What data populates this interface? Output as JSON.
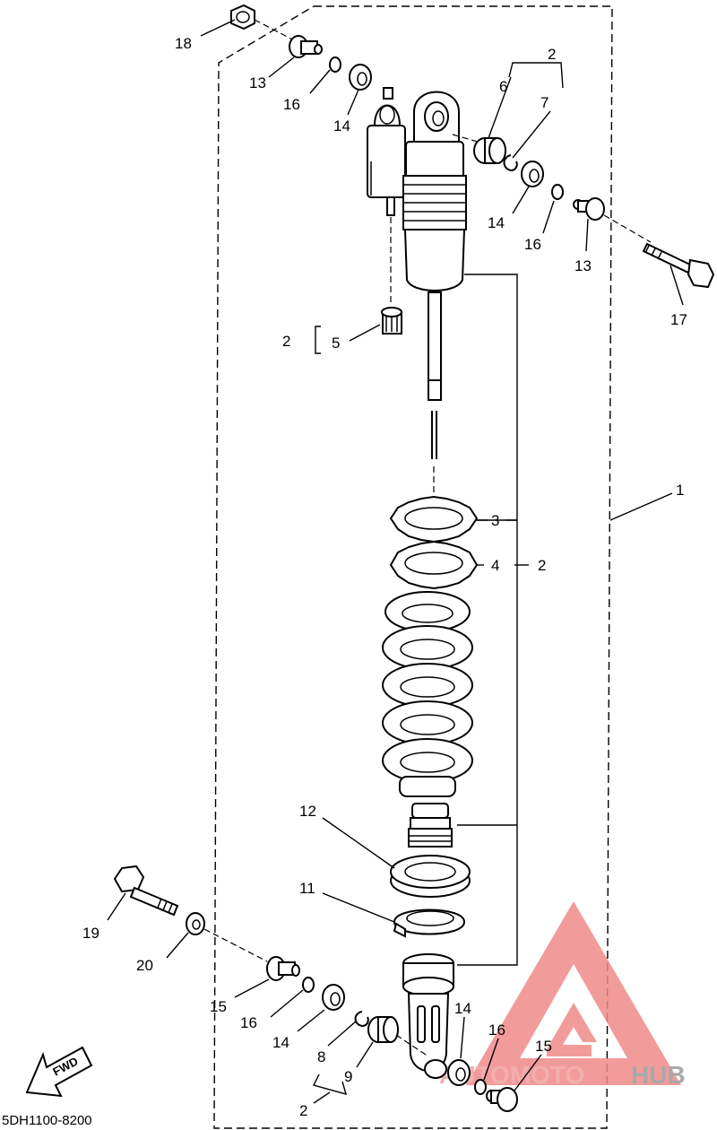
{
  "diagram_code": "5DH1100-8200",
  "direction_label": "FWD",
  "watermark": {
    "text_a": "AUTOMOTO",
    "text_b": "HUB",
    "color_a": "#f2a0a0",
    "color_b": "#9a9a9a",
    "logo_color": "#f08a8a"
  },
  "callouts": [
    {
      "id": "c1",
      "text": "1"
    },
    {
      "id": "c2_top",
      "text": "2"
    },
    {
      "id": "c2_left",
      "text": "2"
    },
    {
      "id": "c2_right",
      "text": "2"
    },
    {
      "id": "c2_bottom",
      "text": "2"
    },
    {
      "id": "c3",
      "text": "3"
    },
    {
      "id": "c4",
      "text": "4"
    },
    {
      "id": "c5",
      "text": "5"
    },
    {
      "id": "c6",
      "text": "6"
    },
    {
      "id": "c7",
      "text": "7"
    },
    {
      "id": "c8",
      "text": "8"
    },
    {
      "id": "c9",
      "text": "9"
    },
    {
      "id": "c11",
      "text": "11"
    },
    {
      "id": "c12",
      "text": "12"
    },
    {
      "id": "c13_top",
      "text": "13"
    },
    {
      "id": "c13_right",
      "text": "13"
    },
    {
      "id": "c14_top",
      "text": "14"
    },
    {
      "id": "c14_mid",
      "text": "14"
    },
    {
      "id": "c14_bl",
      "text": "14"
    },
    {
      "id": "c14_br",
      "text": "14"
    },
    {
      "id": "c15_left",
      "text": "15"
    },
    {
      "id": "c15_right",
      "text": "15"
    },
    {
      "id": "c16_top",
      "text": "16"
    },
    {
      "id": "c16_mid",
      "text": "16"
    },
    {
      "id": "c16_bl",
      "text": "16"
    },
    {
      "id": "c16_br",
      "text": "16"
    },
    {
      "id": "c17",
      "text": "17"
    },
    {
      "id": "c18",
      "text": "18"
    },
    {
      "id": "c19",
      "text": "19"
    },
    {
      "id": "c20",
      "text": "20"
    }
  ]
}
